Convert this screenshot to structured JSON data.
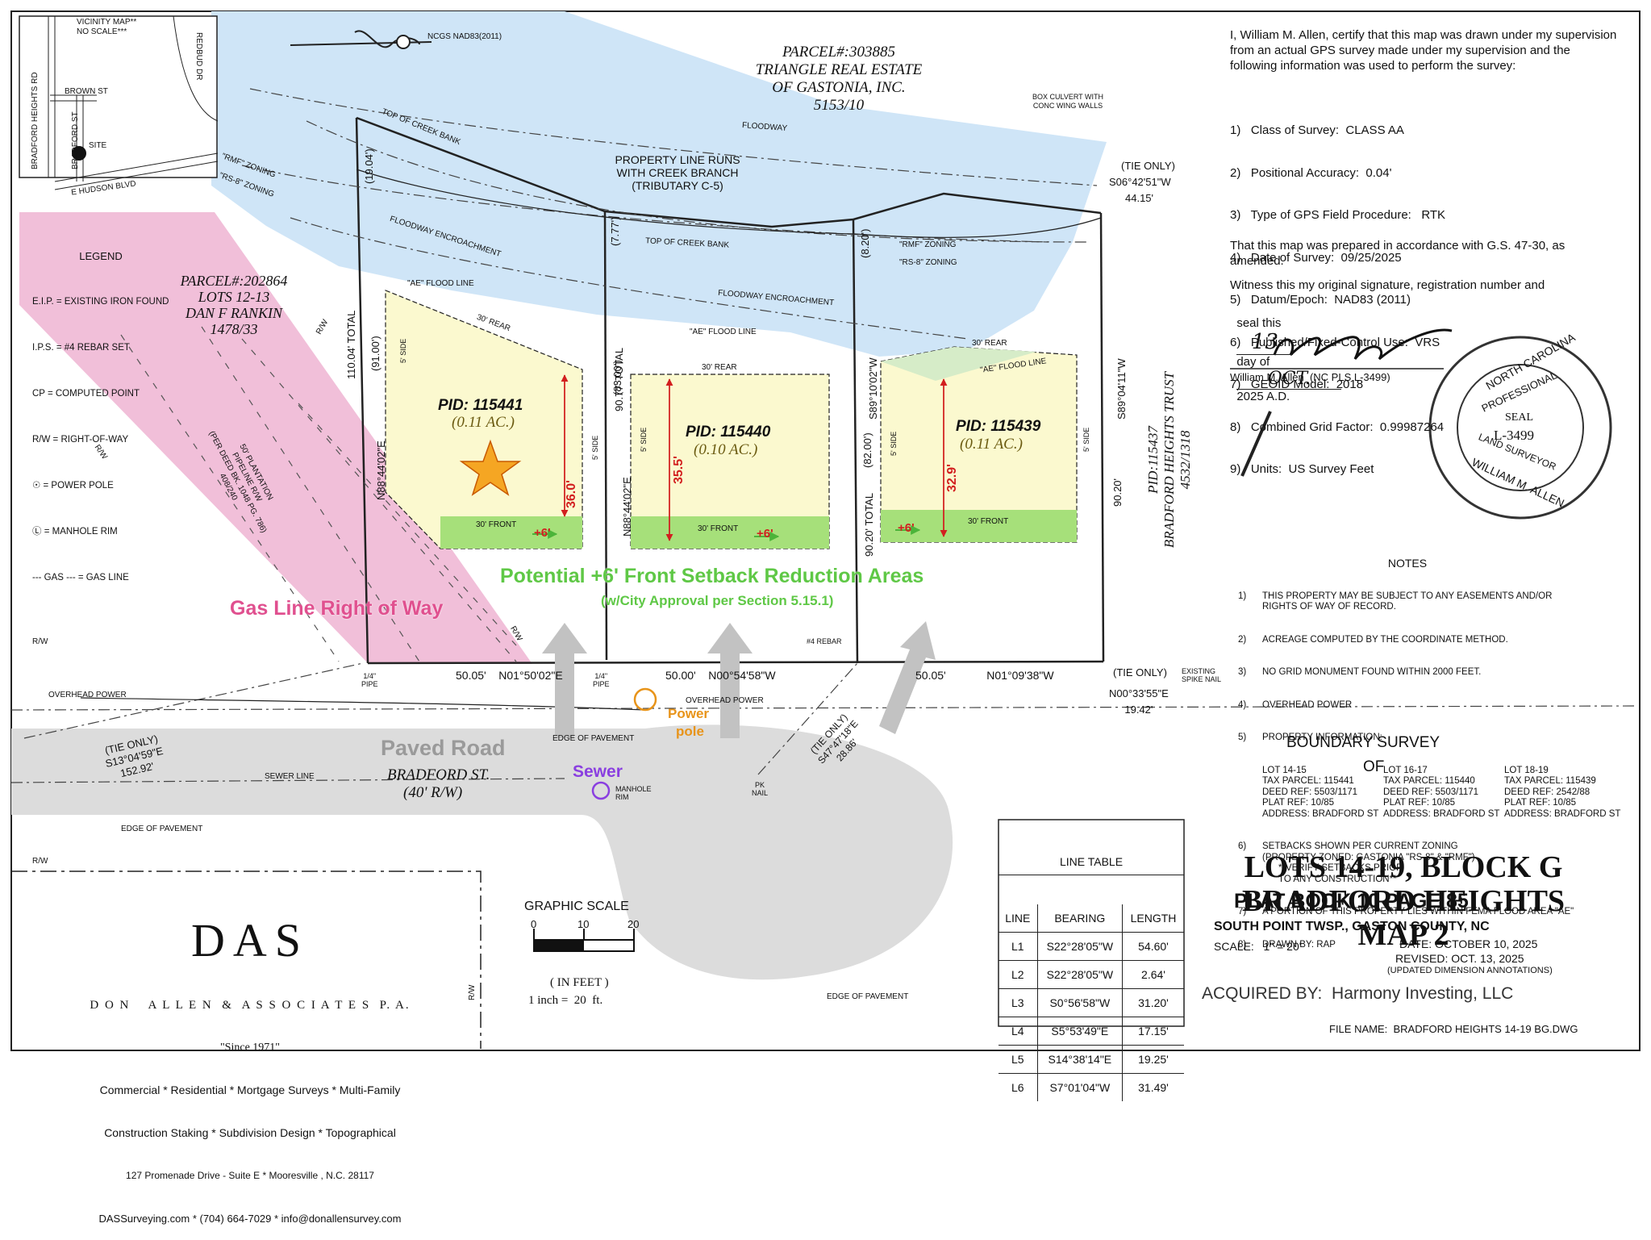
{
  "colors": {
    "floodway_blue": "#cfe5f7",
    "gas_pink": "#f1bfd9",
    "lot_yellow": "#fbf9cf",
    "setback_green": "#a6e07a",
    "road_gray": "#dcdcdc",
    "gas_label": "#e0508f",
    "green_label": "#5fc846",
    "orange_label": "#e8941a",
    "sewer_label": "#8a3fe0",
    "gray_label": "#9a9a9a"
  },
  "vicinity": {
    "title": "VICINITY MAP**",
    "subtitle": "NO SCALE***",
    "roads": [
      "BRADFORD HEIGHTS RD",
      "BROWN ST",
      "BRADFORD ST",
      "REDBUD DR",
      "E HUDSON BLVD"
    ],
    "site": "SITE"
  },
  "north": {
    "label": "NCGS NAD83(2011)"
  },
  "parcels": {
    "north": {
      "line1": "PARCEL#:303885",
      "line2": "TRIANGLE REAL ESTATE",
      "line3": "OF GASTONIA, INC.",
      "line4": "5153/10"
    },
    "west": {
      "line1": "PARCEL#:202864",
      "line2": "LOTS 12-13",
      "line3": "DAN F RANKIN",
      "line4": "1478/33"
    },
    "east": {
      "line1": "PID:115437",
      "line2": "BRADFORD HEIGHTS TRUST",
      "line3": "4532/1318"
    }
  },
  "legend": {
    "title": "LEGEND",
    "items": [
      "E.I.P. = EXISTING IRON FOUND",
      "I.P.S. = #4 REBAR SET",
      "CP = COMPUTED POINT",
      "R/W = RIGHT-OF-WAY",
      "= POWER POLE",
      "= MANHOLE RIM",
      "= GAS LINE"
    ],
    "gas_sym": "--- GAS ---"
  },
  "lots": [
    {
      "pid": "PID: 115441",
      "acres": "(0.11 AC.)",
      "depth": "36.0'",
      "setback": "+6'"
    },
    {
      "pid": "PID: 115440",
      "acres": "(0.10 AC.)",
      "depth": "35.5'",
      "setback": "+6'"
    },
    {
      "pid": "PID: 115439",
      "acres": "(0.11 AC.)",
      "depth": "32.9'",
      "setback": "+6'"
    }
  ],
  "labels": {
    "creek": [
      "PROPERTY LINE RUNS",
      "WITH CREEK BRANCH",
      "(TRIBUTARY C-5)"
    ],
    "box_culvert": [
      "BOX CULVERT WITH",
      "CONC WING WALLS"
    ],
    "floodway": "FLOODWAY",
    "top_creek_bank": "TOP OF CREEK BANK",
    "floodway_encroachment": "FLOODWAY ENCROACHMENT",
    "ae_flood_line": "\"AE\" FLOOD LINE",
    "rmf_zoning": "\"RMF\" ZONING",
    "rs8_zoning": "\"RS-8\" ZONING",
    "potential": "Potential +6' Front Setback Reduction Areas",
    "potential_sub": "(w/City Approval per Section 5.15.1)",
    "gas_row": "Gas Line Right of Way",
    "pipeline": [
      "50' PLANTATION",
      "PIPELINE R/W",
      "(PER DEED BK. 1048 PG. 786)",
      "408/240"
    ],
    "paved_road": "Paved Road",
    "bradford_st": "BRADFORD ST.",
    "row_40": "(40' R/W)",
    "sewer": "Sewer",
    "power": "Power",
    "pole": "pole",
    "overhead_power": "OVERHEAD POWER",
    "edge_pavement": "EDGE OF PAVEMENT",
    "sewer_line": "SEWER LINE",
    "manhole": [
      "MANHOLE",
      "RIM"
    ],
    "pk_nail": [
      "PK",
      "NAIL"
    ],
    "rebar": "#4 REBAR",
    "pipe": [
      "1/4\"",
      "PIPE"
    ],
    "spike": [
      "EXISTING",
      "SPIKE NAIL"
    ],
    "tie_only": "(TIE ONLY)",
    "rw": "R/W",
    "front": "30' FRONT",
    "rear": "30' REAR",
    "side": "5' SIDE"
  },
  "bearings": {
    "b1": "N01°50'02\"E",
    "b2": "N00°54'58\"W",
    "b3": "N01°09'38\"W",
    "b4": "N00°33'55\"E",
    "b5": "S13°04'59\"E",
    "b6": "S47°47'18\"E",
    "b7": "S06°42'51\"W",
    "b8": "S89°04'11\"W",
    "b9": "S89°10'02\"W",
    "b10": "N88°44'02\"E",
    "d1": "50.05'",
    "d2": "50.00'",
    "d3": "50.05'",
    "d4": "19.42'",
    "d5": "152.92'",
    "d6": "28.86'",
    "d7": "44.15'",
    "d8": "110.04' TOTAL",
    "d9": "90.77' TOTAL",
    "d10": "90.20' TOTAL",
    "d11": "90.20'",
    "d12": "(19.04')",
    "d13": "(7.77')",
    "d14": "(8.20')",
    "d15": "(91.00')",
    "d16": "(83.00')",
    "d17": "(82.00')"
  },
  "cert": {
    "intro": "I, William M. Allen, certify that this map was drawn under my supervision from an actual GPS survey made under my supervision and the following information was used to perform the survey:",
    "items": [
      "1)   Class of Survey:  CLASS AA",
      "2)   Positional Accuracy:  0.04'",
      "3)   Type of GPS Field Procedure:   RTK",
      "4)   Date of Survey:  09/25/2025",
      "5)   Datum/Epoch:  NAD83 (2011)",
      "6)   Published/Fixed-Control Use:  VRS",
      "7)   GEOID Model:  2018",
      "8)   Combined Grid Factor:  0.99987264",
      "9)   Units:  US Survey Feet"
    ],
    "gs": "That this map was prepared in accordance with G.S. 47-30, as amended.",
    "witness": "Witness this my original signature, registration number and",
    "seal_this": "seal this",
    "day": "13",
    "day_of": "day of",
    "month": "OCT.",
    "year": "2025 A.D.",
    "signer": "William M. Allen  (NC PLS L-3499)"
  },
  "seal": {
    "top": "NORTH CAROLINA",
    "prof": "PROFESSIONAL",
    "seal": "SEAL",
    "num": "L-3499",
    "land": "LAND SURVEYOR",
    "name": "WILLIAM M. ALLEN"
  },
  "notes": {
    "title": "NOTES",
    "n1": [
      "1)",
      "THIS PROPERTY MAY BE SUBJECT TO ANY EASEMENTS AND/OR",
      "RIGHTS OF WAY OF RECORD."
    ],
    "n2": [
      "2)",
      "ACREAGE COMPUTED BY THE COORDINATE METHOD."
    ],
    "n3": [
      "3)",
      "NO GRID MONUMENT FOUND WITHIN 2000 FEET."
    ],
    "n4": [
      "4)",
      "OVERHEAD POWER"
    ],
    "n5": [
      "5)",
      "PROPERTY INFORMATION:"
    ],
    "prop": [
      [
        "LOT 14-15",
        "LOT 16-17",
        "LOT 18-19"
      ],
      [
        "TAX PARCEL: 115441",
        "TAX PARCEL: 115440",
        "TAX PARCEL: 115439"
      ],
      [
        "DEED REF: 5503/1171",
        "DEED REF: 5503/1171",
        "DEED REF: 2542/88"
      ],
      [
        "PLAT REF: 10/85",
        "PLAT REF: 10/85",
        "PLAT REF: 10/85"
      ],
      [
        "ADDRESS: BRADFORD ST",
        "ADDRESS: BRADFORD ST",
        "ADDRESS: BRADFORD ST"
      ]
    ],
    "n6": [
      "6)",
      "SETBACKS SHOWN PER CURRENT ZONING",
      "(PROPERTY ZONED: GASTONIA \"RS-8\" & \"RMF\")",
      "**VERIFY SETBACKS PRIOR",
      "TO ANY CONSTRUCTION**"
    ],
    "n7": [
      "7)",
      "A PORTION OF THIS PROPERTY LIES WITHIN FEMA FLOOD AREA \"AE\""
    ],
    "n8": [
      "8)",
      "DRAWN BY: RAP"
    ]
  },
  "title_block": {
    "l1": "BOUNDARY SURVEY",
    "l2": "OF",
    "l3": "LOTS 14-19, BLOCK G",
    "l4": "BRADFORD HEIGHTS",
    "l5": "MAP 2",
    "l6": "PLAT BOOK 10 PAGE 85",
    "l7": "SOUTH POINT TWSP., GASTON COUNTY, NC",
    "scale": "SCALE:   1\" = 20'",
    "date": "DATE: OCTOBER 10, 2025",
    "revised": "REVISED: OCT. 13, 2025",
    "revised_note": "(UPDATED DIMENSION ANNOTATIONS)",
    "acquired": "ACQUIRED BY:  Harmony Investing, LLC",
    "file": "FILE NAME:  BRADFORD HEIGHTS 14-19 BG.DWG"
  },
  "line_table": {
    "title": "LINE TABLE",
    "headers": [
      "LINE",
      "BEARING",
      "LENGTH"
    ],
    "rows": [
      [
        "L1",
        "S22°28'05\"W",
        "54.60'"
      ],
      [
        "L2",
        "S22°28'05\"W",
        "2.64'"
      ],
      [
        "L3",
        "S0°56'58\"W",
        "31.20'"
      ],
      [
        "L4",
        "S5°53'49\"E",
        "17.15'"
      ],
      [
        "L5",
        "S14°38'14\"E",
        "19.25'"
      ],
      [
        "L6",
        "S7°01'04\"W",
        "31.49'"
      ]
    ]
  },
  "graphic_scale": {
    "title": "GRAPHIC SCALE",
    "ticks": [
      "0",
      "10",
      "20"
    ],
    "unit": "( IN FEET )",
    "ratio": "1 inch =  20  ft."
  },
  "das": {
    "logo": "DAS",
    "name": "D O N    A L L E N  &  A S S O C I A T E S  P. A.",
    "since": "\"Since 1971\"",
    "s1": "Commercial * Residential * Mortgage Surveys * Multi-Family",
    "s2": "Construction Staking * Subdivision Design * Topographical",
    "addr": "127 Promenade Drive - Suite E * Mooresville , N.C. 28117",
    "web": "DASSurveying.com * (704) 664-7029 * info@donallensurvey.com"
  }
}
